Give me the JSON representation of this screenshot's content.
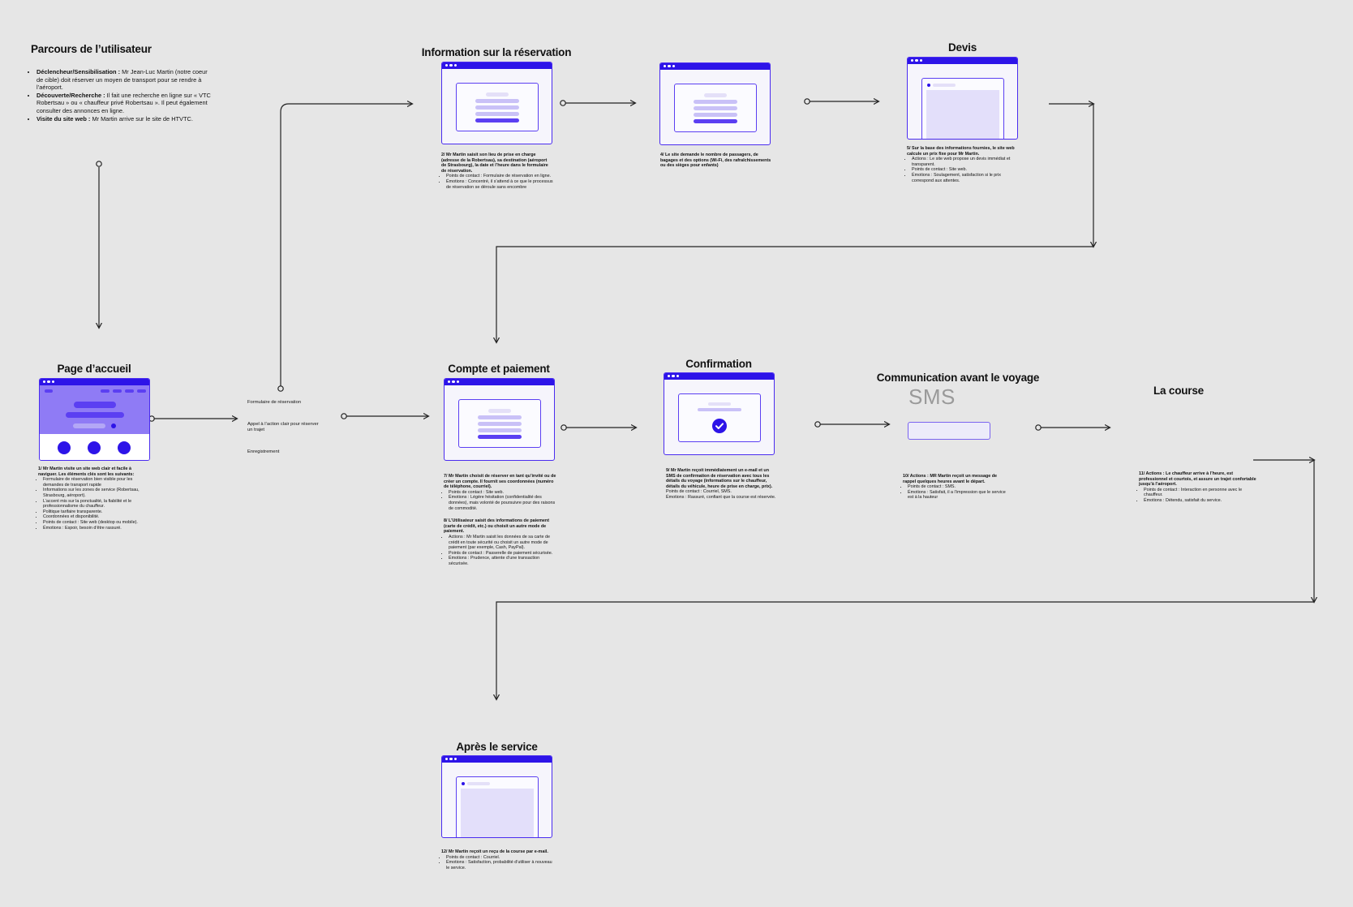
{
  "intro": {
    "title": "Parcours de l’utilisateur",
    "items": [
      {
        "label": "Déclencheur/Sensibilisation :",
        "text": " Mr Jean-Luc Martin (notre coeur de cible) doit réserver un moyen de transport pour se rendre à l’aéroport."
      },
      {
        "label": "Découverte/Recherche :",
        "text": " Il fait une recherche en ligne sur « VTC Robertsau » ou « chauffeur privé Robertsau ». Il peut également consulter des annonces en ligne."
      },
      {
        "label": "Visite du site web :",
        "text": " Mr Martin arrive sur le site de HTVTC."
      }
    ]
  },
  "stages": {
    "accueil": {
      "title": "Page d’accueil",
      "caption_lead": "1/ Mr Martin visite un site web clair et facile à naviguer. Les éléments clés sont les suivants:",
      "caption_items": [
        "Formulaire de réservation bien visible pour les demandes de transport rapide",
        "Informations sur les zones de service (Robertsau, Strasbourg, aéroport).",
        "L’accent mis sur la ponctualité, la fiabilité et le professionnalisme du chauffeur.",
        "Politique tarifaire transparente.",
        "Coordonnées et disponibilité.",
        "Points de contact : Site web (desktop ou mobile).",
        "Émotions : Espoir, besoin d’être rassuré."
      ]
    },
    "reservation": {
      "title": "Information sur la réservation",
      "caption_lead": "2/ Mr Martin saisit son lieu de prise en charge (adresse de la Robertsau), sa destination (aéroport de Strasbourg), la date et l’heure dans le formulaire de réservation.",
      "caption_items": [
        "Points de contact : Formulaire de réservation en ligne.",
        "Émotions : Concentré, il s’attend à ce que le processus de réservation se déroule sans encombre"
      ]
    },
    "options": {
      "caption_lead": "4/ Le site demande le nombre de passagers, de bagages et des options (Wi-Fi, des rafraîchissements ou des sièges pour enfants)"
    },
    "devis": {
      "title": "Devis",
      "caption_lead": "5/ Sur la base des informations fournies, le site web calcule un prix fixe pour Mr Martin.",
      "caption_items": [
        "Actions : Le site web propose un devis immédiat et transparent.",
        "Points de contact : Site web.",
        "Émotions : Soulagement, satisfaction si le prix correspond aux attentes."
      ]
    },
    "compte": {
      "title": "Compte et paiement",
      "caption_lead": "7/ Mr Martin choisit de réserver en tant qu’invité ou de créer un compte. Il fournit ses coordonnées (numéro de téléphone, courriel).",
      "caption_items": [
        "Points de contact : Site web.",
        "Émotions : Légère hésitation (confidentialité des données), mais volonté de poursuivre pour des raisons de commodité."
      ],
      "caption_lead2": "8/ L’Utilisateur saisit des informations de paiement (carte de crédit, etc.) ou choisit un autre mode de paiement.",
      "caption_items2": [
        "Actions : Mr Martin saisit les données de sa carte de crédit en toute sécurité ou choisit un autre mode de paiement (par exemple, Cash, PayPal).",
        "Points de contact : Passerelle de paiement sécurisée.",
        "Émotions : Prudence, attente d’une transaction sécurisée."
      ]
    },
    "confirmation": {
      "title": "Confirmation",
      "caption_lead": "9/ Mr Martin reçoit immédiatement un e-mail et un SMS de confirmation de réservation avec tous les détails du voyage (informations sur le chauffeur, détails du véhicule, heure de prise en charge, prix).",
      "caption_p1": "Points de contact : Courriel, SMS.",
      "caption_p2": "Émotions : Rassuré, confiant que la course est réservée."
    },
    "communication": {
      "title": "Communication avant le voyage",
      "sms_label": "SMS",
      "caption_lead": "10/ Actions : MR Martin reçoit un message de rappel quelques heures avant le départ.",
      "caption_items": [
        "Points de contact : SMS.",
        "Émotions : Satisfait, il a l’impression que le service est à la hauteur"
      ]
    },
    "course": {
      "title": "La course",
      "caption_lead": "11/ Actions : Le chauffeur arrive à l’heure, est professionnel et courtois, et assure un trajet confortable jusqu’à l’aéroport.",
      "caption_items": [
        "Points de contact : Interaction en personne avec le chauffeur.",
        "Émotions : Détendu, satisfait du service."
      ]
    },
    "apres": {
      "title": "Après le service",
      "caption_lead": "12/ Mr Martin reçoit un reçu de la course par e-mail.",
      "caption_items": [
        "Points de contact : Courriel.",
        "Émotions : Satisfaction, probabilité d’utiliser à nouveau le service."
      ]
    }
  },
  "homepage_options": [
    "Formulaire de réservation",
    "Appel à l’action clair pour réserver un trajet",
    "Enregistrement"
  ],
  "colors": {
    "background": "#e6e6e6",
    "accent": "#2d14e8",
    "accent_light": "#c9c1f7",
    "mock_bg": "#f6f5fc",
    "connector": "#222222"
  },
  "icons": {
    "window_controls": "three-dots-icon",
    "confirmation": "check-circle-icon"
  }
}
